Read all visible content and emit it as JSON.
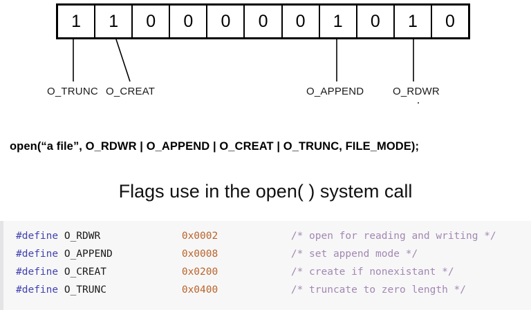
{
  "bitfield": {
    "name": "open-flags-bit-field",
    "bits": [
      "1",
      "1",
      "0",
      "0",
      "0",
      "0",
      "0",
      "1",
      "0",
      "1",
      "0"
    ]
  },
  "flag_labels": [
    {
      "id": "o-trunc",
      "text": "O_TRUNC",
      "bit_index": 0
    },
    {
      "id": "o-creat",
      "text": "O_CREAT",
      "bit_index": 1
    },
    {
      "id": "o-append",
      "text": "O_APPEND",
      "bit_index": 7
    },
    {
      "id": "o-rdwr",
      "text": "O_RDWR",
      "bit_index": 9
    }
  ],
  "call_line": "open(“a file”, O_RDWR | O_APPEND | O_CREAT |  O_TRUNC,  FILE_MODE);",
  "title": "Flags use in the open( ) system call",
  "code": {
    "lines": [
      {
        "directive": "#define",
        "name": "O_RDWR",
        "value": "0x0002",
        "comment": "/* open for reading and writing */"
      },
      {
        "directive": "#define",
        "name": "O_APPEND",
        "value": "0x0008",
        "comment": "/* set append mode */"
      },
      {
        "directive": "#define",
        "name": "O_CREAT",
        "value": "0x0200",
        "comment": "/* create if nonexistant */"
      },
      {
        "directive": "#define",
        "name": "O_TRUNC",
        "value": "0x0400",
        "comment": "/* truncate to zero length */"
      }
    ]
  },
  "colors": {
    "directive": "#4242b0",
    "number": "#b9632b",
    "comment": "#a287b3",
    "code_background": "#f7f7f7",
    "border": "#000000"
  }
}
